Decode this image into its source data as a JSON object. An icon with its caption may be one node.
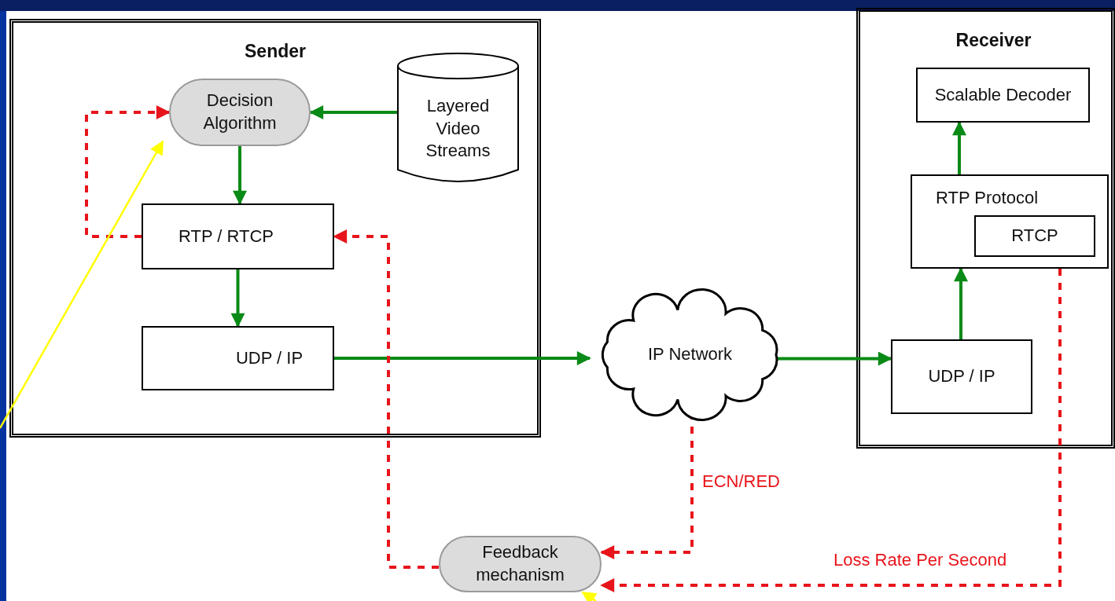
{
  "diagram": {
    "nodes": [
      {
        "text": [
          "Sender"
        ]
      },
      {
        "text": [
          "Decision Algorithm"
        ],
        "in": 0
      },
      {
        "text": [
          "Layered Video Streams"
        ],
        "in": 0
      },
      {
        "text": [
          "RTP / RTCP"
        ],
        "in": 0
      },
      {
        "text": [
          "UDP / IP"
        ],
        "in": 0
      },
      {
        "text": [
          "IP Network"
        ]
      },
      {
        "text": [
          "Receiver"
        ]
      },
      {
        "text": [
          "Scalable Decoder"
        ],
        "in": 6
      },
      {
        "text": [
          "RTP Protocol"
        ],
        "in": 6
      },
      {
        "text": [
          "RTCP"
        ],
        "in": 8
      },
      {
        "text": [
          "UDP / IP"
        ],
        "in": 6
      },
      {
        "text": [
          "Feedback mechanism"
        ]
      }
    ],
    "edges": [
      {
        "from": 2,
        "to": 1,
        "arrow": "to"
      },
      {
        "from": 1,
        "to": 3,
        "arrow": "to"
      },
      {
        "from": 3,
        "to": 4,
        "arrow": "to"
      },
      {
        "from": 4,
        "to": 5,
        "arrow": "to"
      },
      {
        "from": 5,
        "to": 10,
        "arrow": "to"
      },
      {
        "from": 10,
        "to": 8,
        "arrow": "to"
      },
      {
        "from": 8,
        "to": 7,
        "arrow": "to"
      },
      {
        "from": 3,
        "to": 1,
        "arrow": "to",
        "style": "dashed",
        "color": "#e8141b"
      },
      {
        "from": 11,
        "to": 3,
        "arrow": "to",
        "style": "dashed",
        "color": "#e8141b"
      },
      {
        "from": 5,
        "to": 11,
        "arrow": "to",
        "label": "ECN/RED",
        "style": "dashed",
        "color": "#e8141b"
      },
      {
        "from": 8,
        "to": 11,
        "arrow": "to",
        "label": "Loss Rate Per Second",
        "style": "dashed",
        "color": "#e8141b"
      },
      {
        "from": null,
        "to": 1,
        "arrow": "to",
        "color": "#ffff00"
      },
      {
        "from": null,
        "to": 11,
        "arrow": "to",
        "color": "#ffff00"
      }
    ]
  }
}
